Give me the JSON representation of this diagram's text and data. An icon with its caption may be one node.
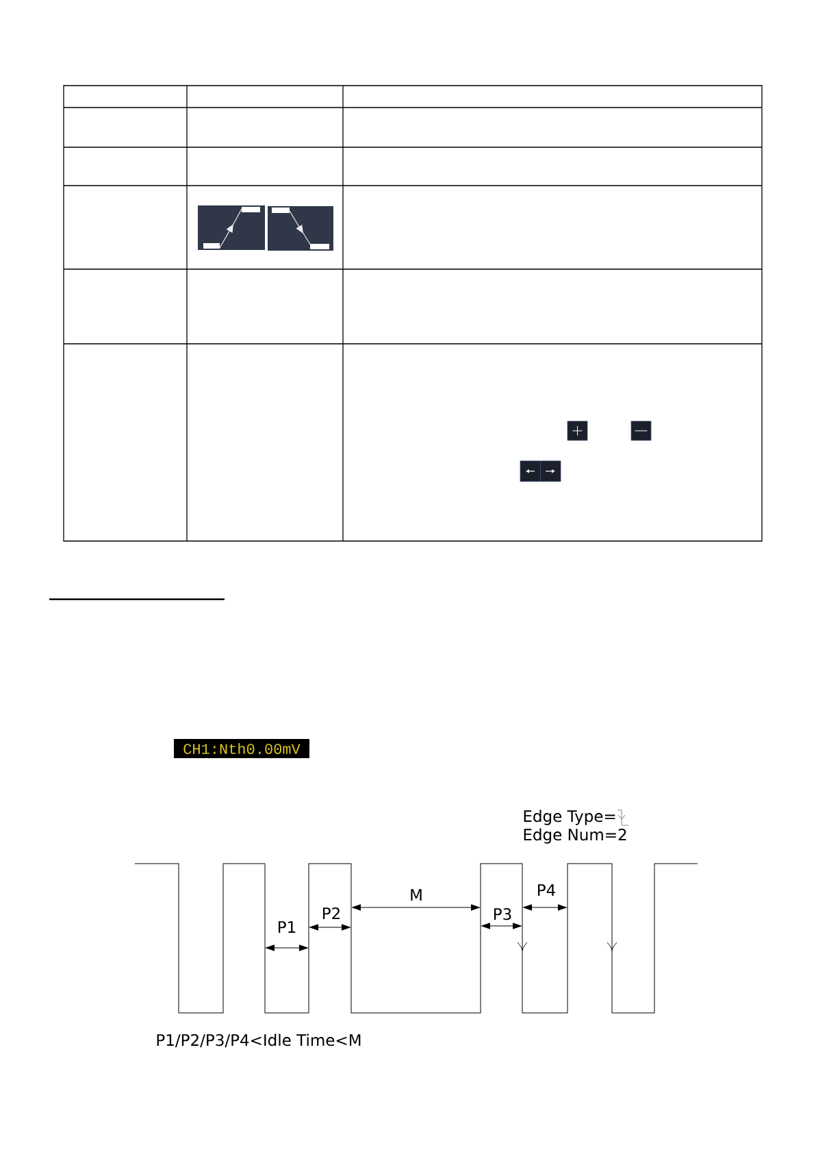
{
  "diagram": {
    "labels": [
      "CH1:Nth0.00mV",
      "Edge Type=",
      "Edge Num=2",
      "P1",
      "P2",
      "M",
      "P3",
      "P4",
      "P1/P2/P3/P4<Idle Time<M"
    ]
  }
}
